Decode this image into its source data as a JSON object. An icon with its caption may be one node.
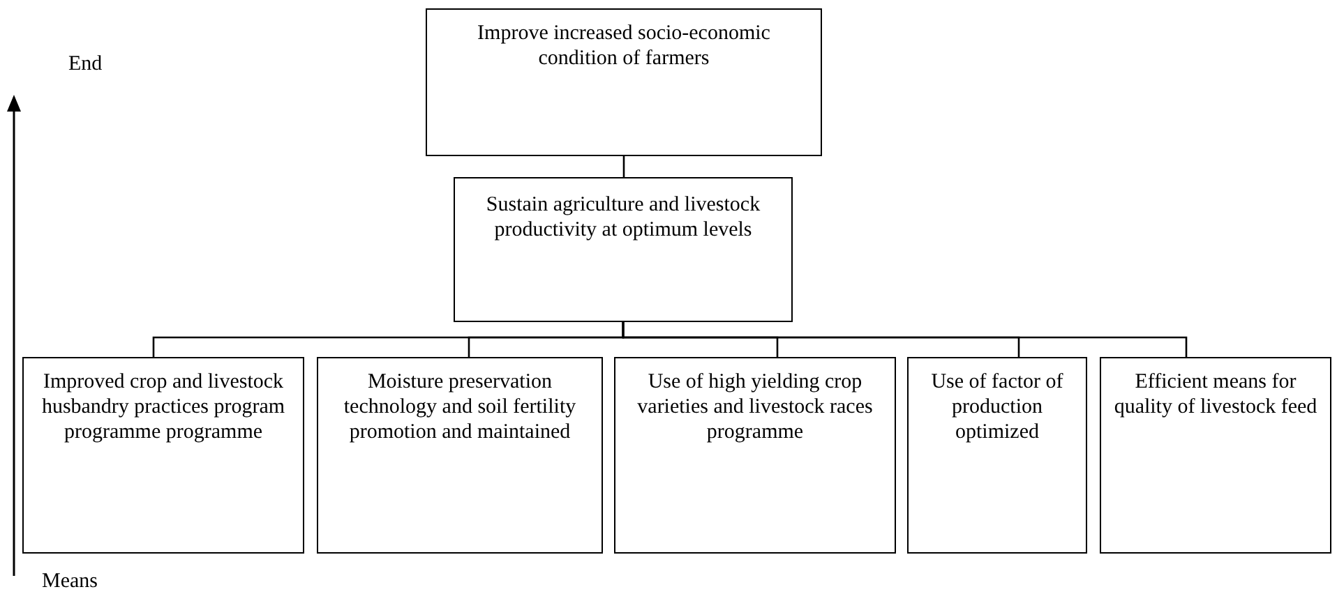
{
  "diagram": {
    "nodes": [
      {
        "text": [
          "Improve increased socio-economic condition of farmers"
        ]
      },
      {
        "text": [
          "Sustain agriculture and livestock productivity at optimum levels"
        ]
      },
      {
        "text": [
          "Improved crop and livestock husbandry practices program programme programme"
        ]
      },
      {
        "text": [
          "Moisture preservation technology and soil fertility promotion  and maintained"
        ]
      },
      {
        "text": [
          "Use of high yielding crop varieties and livestock races programme"
        ]
      },
      {
        "text": [
          "Use of factor of production optimized"
        ]
      },
      {
        "text": [
          "Efficient means for quality of livestock feed"
        ]
      }
    ],
    "edges": [
      {
        "from": 0,
        "to": 1,
        "arrow": "none"
      },
      {
        "from": 1,
        "to": 2,
        "arrow": "none"
      },
      {
        "from": 1,
        "to": 3,
        "arrow": "none"
      },
      {
        "from": 1,
        "to": 4,
        "arrow": "none"
      },
      {
        "from": 1,
        "to": 5,
        "arrow": "none"
      },
      {
        "from": 1,
        "to": 6,
        "arrow": "none"
      }
    ],
    "labels": [
      "End",
      "Means"
    ]
  }
}
